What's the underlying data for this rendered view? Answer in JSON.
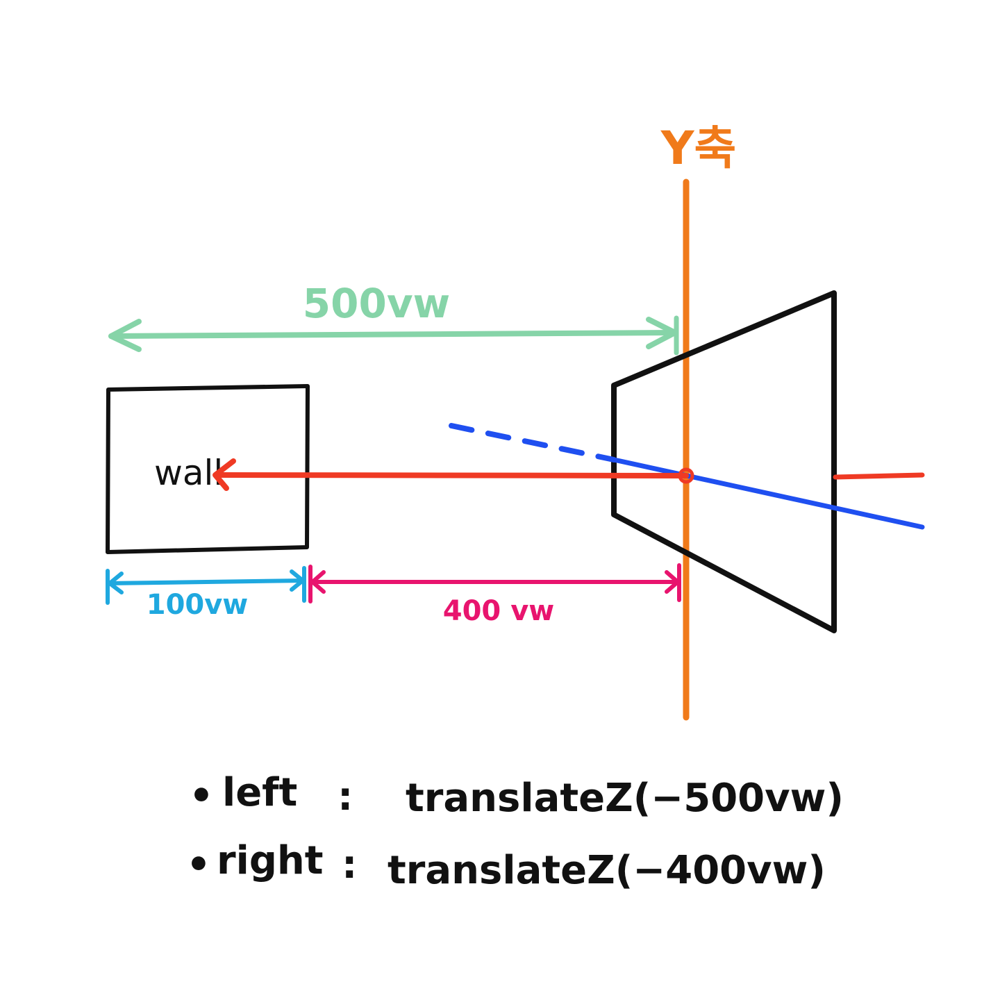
{
  "axis": {
    "label": "Y축",
    "color": "#f07a1a"
  },
  "wall": {
    "label": "wall",
    "color": "#111111"
  },
  "dimensions": {
    "total": {
      "label": "500vw",
      "color": "#86d4a8"
    },
    "wall_width": {
      "label": "100vw",
      "color": "#1fa8df"
    },
    "distance": {
      "label": "400 vw",
      "color": "#e8146e"
    }
  },
  "colors": {
    "outline": "#111111",
    "red_arrow": "#ef3a24",
    "blue_line": "#1f4ff0"
  },
  "notes": [
    {
      "bullet": "•",
      "name": "left",
      "sep": ":",
      "value": "translateZ(−500vw)"
    },
    {
      "bullet": "•",
      "name": "right",
      "sep": ":",
      "value": "translateZ(−400vw)"
    }
  ]
}
